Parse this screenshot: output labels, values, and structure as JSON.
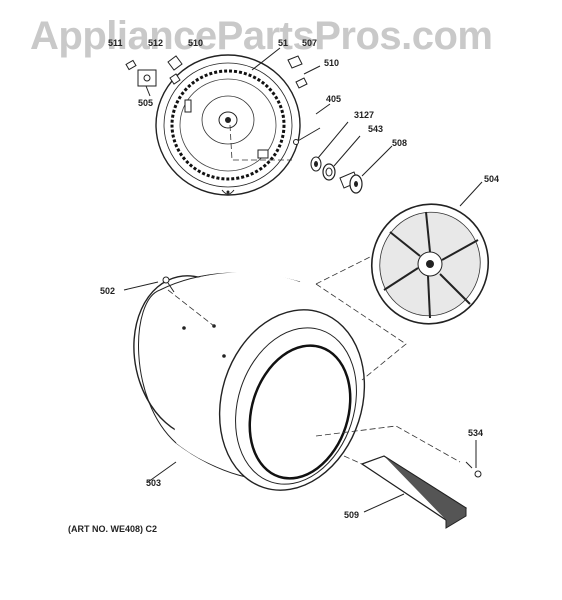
{
  "watermark": "AppliancePartsPros.com",
  "art_note": "(ART NO. WE408) C2",
  "callouts": {
    "c511": "511",
    "c512": "512",
    "c510a": "510",
    "c505": "505",
    "c51x": "51",
    "c507": "507",
    "c510b": "510",
    "c405": "405",
    "c3127": "3127",
    "c543": "543",
    "c508": "508",
    "c504": "504",
    "c502": "502",
    "c503": "503",
    "c534": "534",
    "c509": "509"
  }
}
